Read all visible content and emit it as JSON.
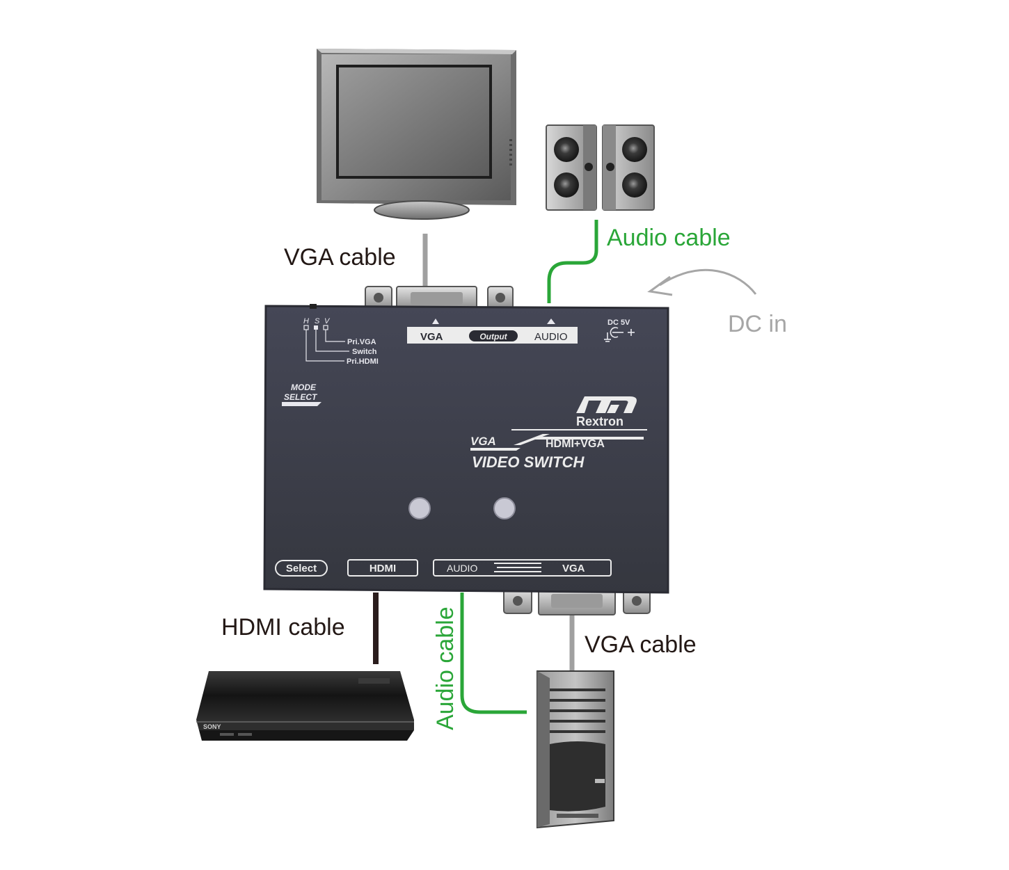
{
  "labels": {
    "vga_cable_top": "VGA cable",
    "audio_cable_top": "Audio cable",
    "dc_in": "DC in",
    "hdmi_cable": "HDMI cable",
    "audio_cable_bottom": "Audio cable",
    "vga_cable_bottom": "VGA cable"
  },
  "device": {
    "mode_h": "H",
    "mode_s": "S",
    "mode_v": "V",
    "pri_vga": "Pri.VGA",
    "switch": "Switch",
    "pri_hdmi": "Pri.HDMI",
    "mode_select_1": "MODE",
    "mode_select_2": "SELECT",
    "output_vga": "VGA",
    "output_label": "Output",
    "output_audio": "AUDIO",
    "dc_5v": "DC 5V",
    "dc_symbol": "⏚C+",
    "brand": "Rextron",
    "product_vga": "VGA",
    "product_hdmi_vga": "HDMI+VGA",
    "product_title": "VIDEO SWITCH",
    "btn_select": "Select",
    "port_hdmi": "HDMI",
    "port_audio": "AUDIO",
    "port_vga": "VGA"
  },
  "console": {
    "brand": "SONY"
  },
  "colors": {
    "audio_green": "#2aa638",
    "dc_gray": "#a6a6a6",
    "vga_gray": "#a0a0a0",
    "hdmi_dark": "#2a1c1c",
    "device_body": "#3d3f4b",
    "label_text": "#231815"
  }
}
